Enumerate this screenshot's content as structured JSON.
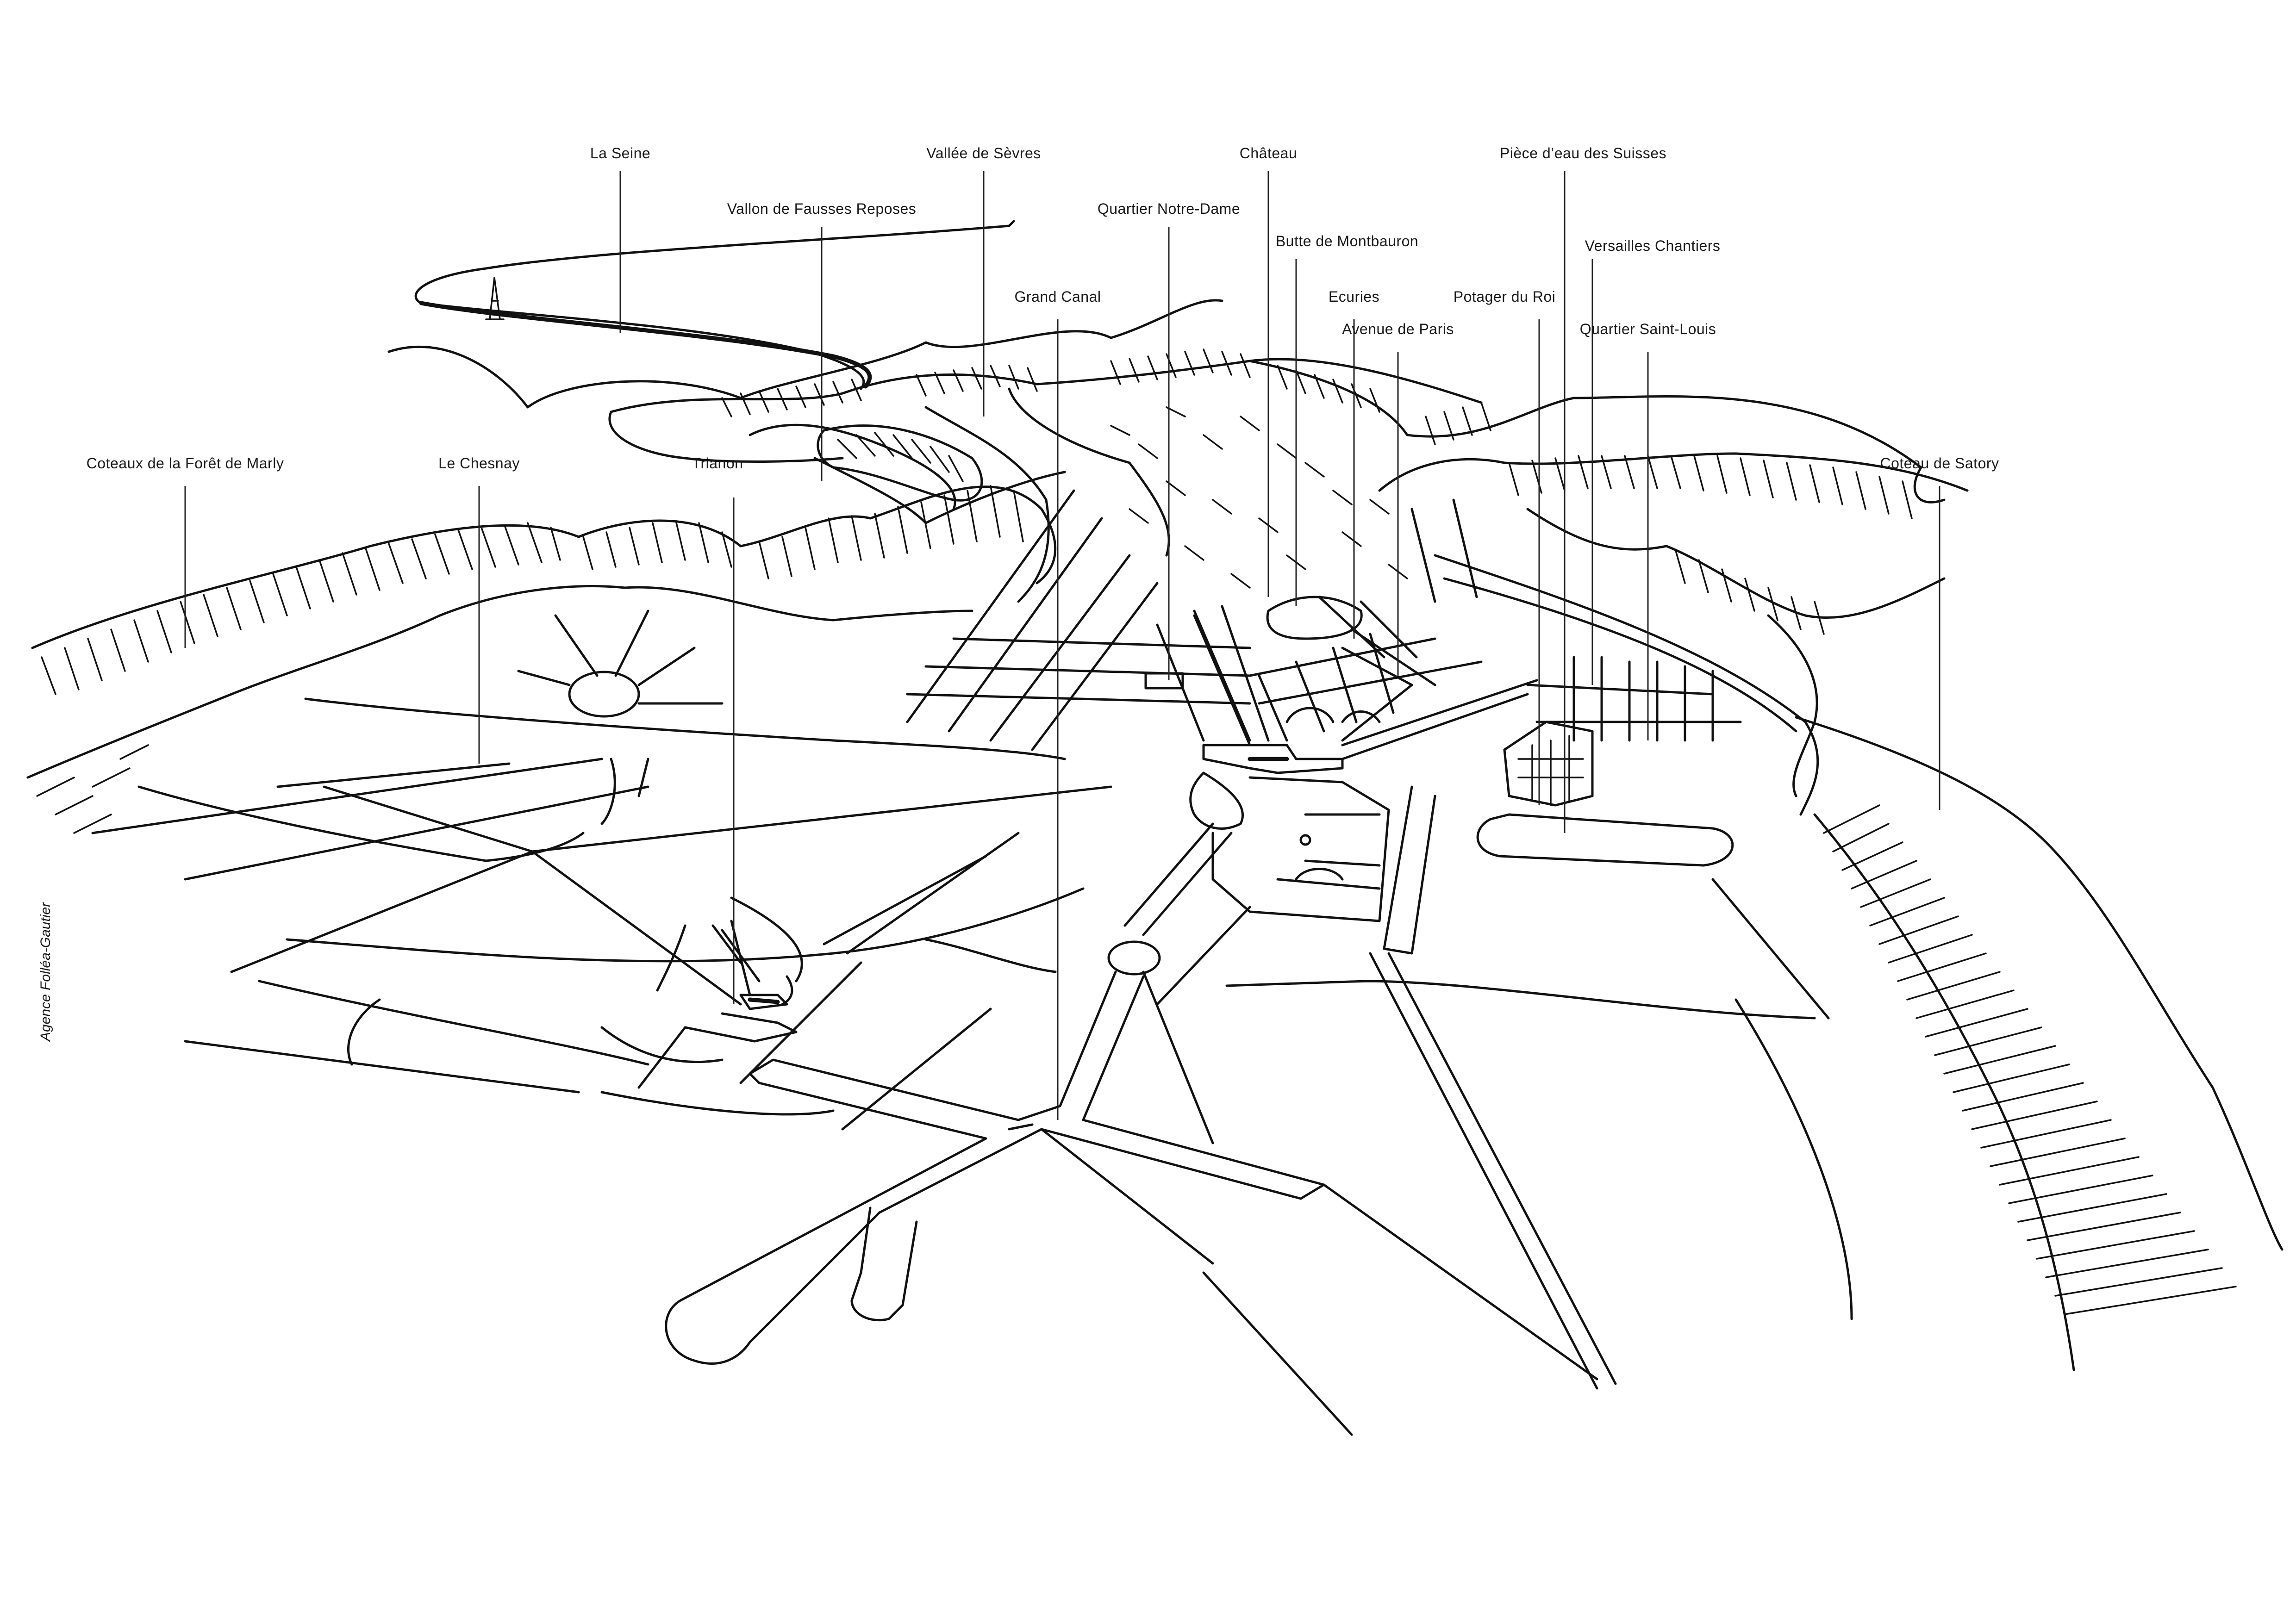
{
  "map": {
    "labels": {
      "la_seine": "La Seine",
      "vallee_sevres": "Vallée de Sèvres",
      "chateau": "Château",
      "piece_eau_suisses": "Pièce d’eau des Suisses",
      "vallon_fausses_reposes": "Vallon de Fausses Reposes",
      "quartier_notre_dame": "Quartier Notre-Dame",
      "butte_montbauron": "Butte de Montbauron",
      "versailles_chantiers": "Versailles Chantiers",
      "grand_canal": "Grand Canal",
      "ecuries": "Ecuries",
      "potager_du_roi": "Potager du Roi",
      "avenue_de_paris": "Avenue de Paris",
      "quartier_saint_louis": "Quartier Saint-Louis",
      "coteaux_foret_marly": "Coteaux de la Forêt de Marly",
      "le_chesnay": "Le Chesnay",
      "trianon": "Trianon",
      "coteau_satory": "Coteau de Satory"
    },
    "credit": "Agence Folléa-Gautier",
    "ink_color": "#111111",
    "background_color": "#ffffff"
  }
}
